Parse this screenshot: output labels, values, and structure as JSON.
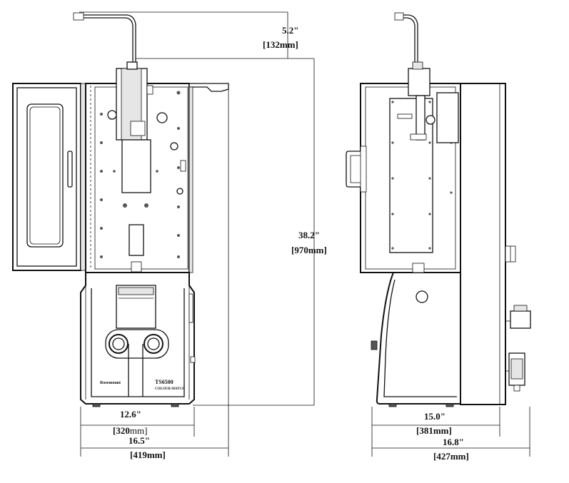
{
  "front_view": {
    "nozzle_offset": {
      "inch": "5.2\"",
      "mm": "[132mm]"
    },
    "height": {
      "inch": "38.2\"",
      "mm": "[970mm]"
    },
    "cabinet_width": {
      "inch": "12.6\"",
      "mm_prefix": "[320",
      "mm_unit": "mm]"
    },
    "overall_width": {
      "inch": "16.5\"",
      "mm": "[419mm]"
    },
    "brand_label": "Rosemount",
    "model_label": "TS6500",
    "model_sublabel": "COLOUR MATCH"
  },
  "side_view": {
    "depth": {
      "inch": "15.0\"",
      "mm": "[381mm]"
    },
    "overall_depth": {
      "inch": "16.8\"",
      "mm": "[427mm]"
    }
  },
  "colors": {
    "line": "#111111",
    "panel": "#e6e6e6",
    "background": "#ffffff"
  }
}
